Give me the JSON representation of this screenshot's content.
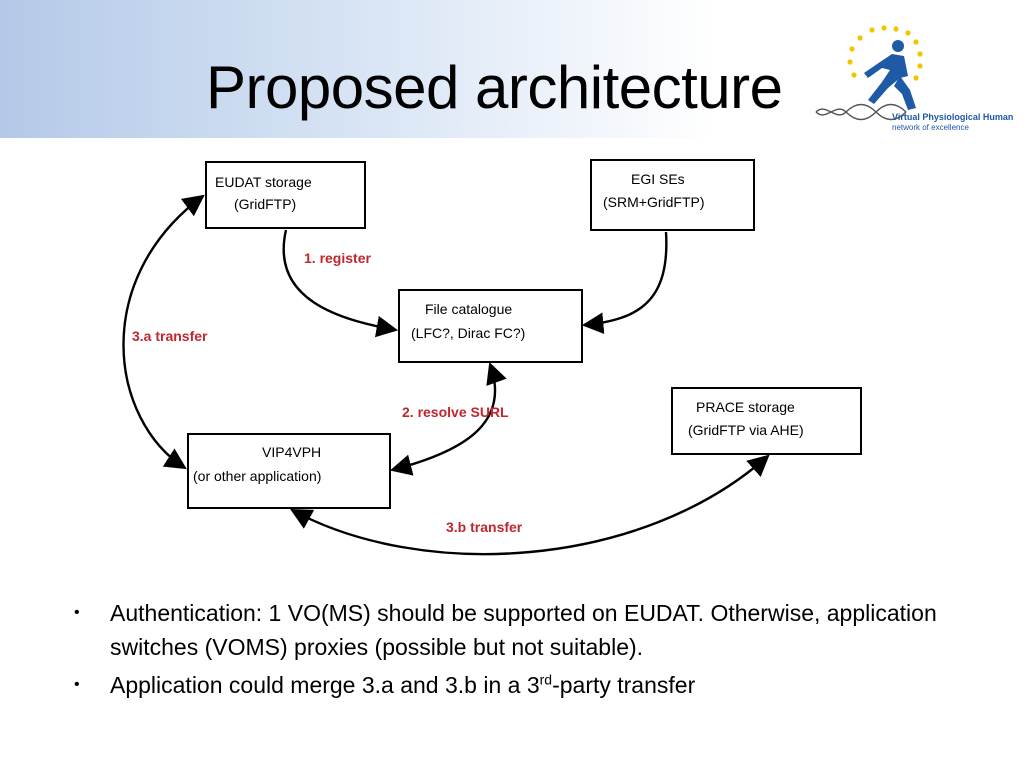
{
  "slide": {
    "title": "Proposed architecture"
  },
  "logo": {
    "name_line1": "Virtual Physiological Human",
    "name_line2": "network of excellence",
    "colors": {
      "stars": "#f2c500",
      "figure": "#1f5aa6"
    }
  },
  "diagram": {
    "boxes": {
      "eudat": {
        "line1": "EUDAT storage",
        "line2": "(GridFTP)"
      },
      "egi": {
        "line1": "EGI SEs",
        "line2": "(SRM+GridFTP)"
      },
      "catalogue": {
        "line1": "File catalogue",
        "line2": "(LFC?, Dirac FC?)"
      },
      "vip": {
        "line1": "VIP4VPH",
        "line2": "(or other application)"
      },
      "prace": {
        "line1": "PRACE storage",
        "line2": "(GridFTP via AHE)"
      }
    },
    "edges": {
      "register": "1. register",
      "resolve": "2. resolve SURL",
      "transfer_a": "3.a transfer",
      "transfer_b": "3.b transfer"
    },
    "colors": {
      "edge_label": "#c0272d",
      "arrow": "#000000"
    }
  },
  "bullets": {
    "item1": "Authentication: 1 VO(MS) should be supported on EUDAT. Otherwise, application switches (VOMS) proxies (possible but not suitable).",
    "item2_before": "Application could merge 3.a and 3.b in a 3",
    "item2_sup": "rd",
    "item2_after": "-party transfer",
    "marker": "•"
  }
}
